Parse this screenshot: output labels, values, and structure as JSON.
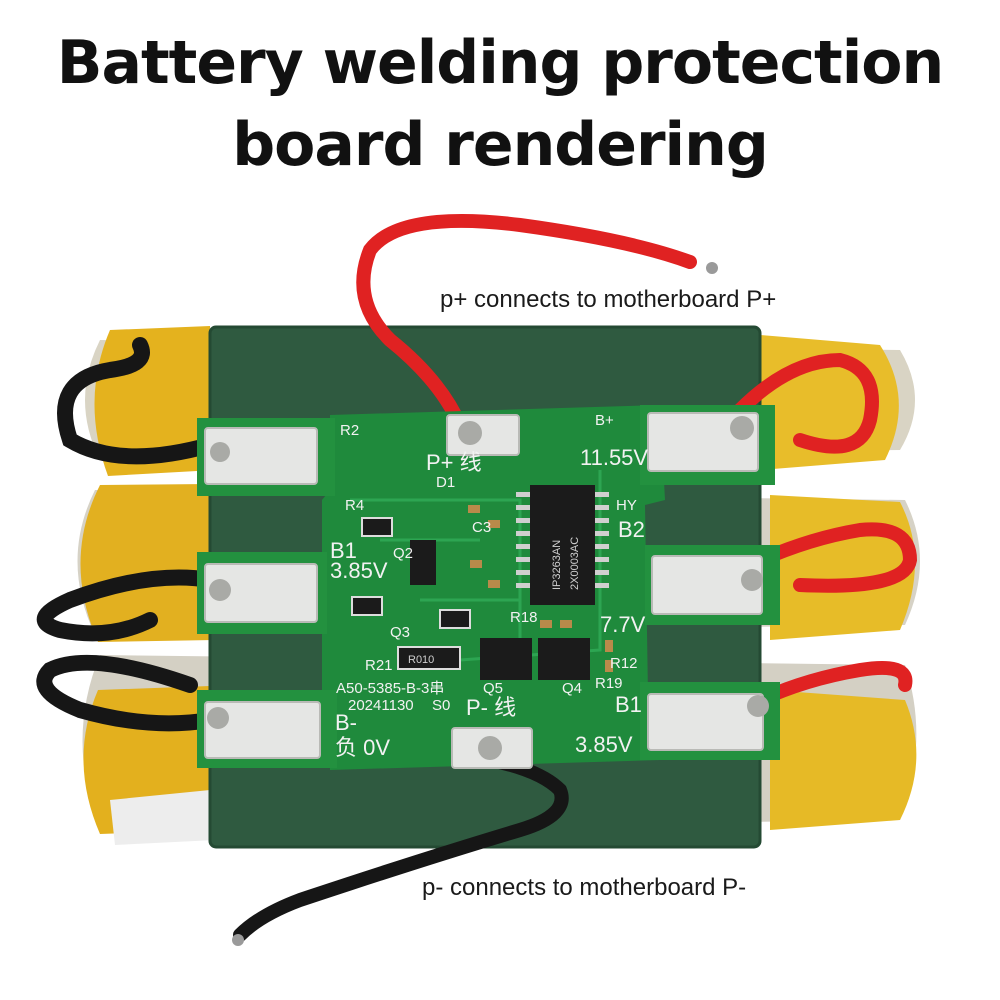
{
  "title": {
    "line1": "Battery welding protection",
    "line2": "board rendering"
  },
  "callouts": {
    "p_plus": "p+ connects to motherboard P+",
    "p_minus": "p- connects to motherboard P-"
  },
  "board_silkscreen": {
    "model": "A50-5385-B-3串",
    "date": "20241130",
    "p_plus_pad": "P+ 线",
    "p_minus_pad": "P- 线",
    "b_plus": "B+",
    "v_top": "11.55V",
    "b2": "B2",
    "v_mid": "7.7V",
    "b1_left": "B1",
    "v_left": "3.85V",
    "b1_right": "B1",
    "v_right": "3.85V",
    "b_minus": "B-",
    "v_zero": "负 0V",
    "chip": "IP3263AN",
    "chip_code": "2X0003AC",
    "resistor": "R010",
    "refs": [
      "R2",
      "R4",
      "R21",
      "Q2",
      "Q3",
      "Q4",
      "Q5",
      "C3",
      "D1",
      "R18",
      "R12",
      "R19",
      "S0",
      "HY"
    ]
  },
  "colors": {
    "pcb": "#1f8a3c",
    "tape": "#2f5a40",
    "cell_wrap": "#e4b21e",
    "wire_red": "#e02222",
    "wire_black": "#161616"
  }
}
